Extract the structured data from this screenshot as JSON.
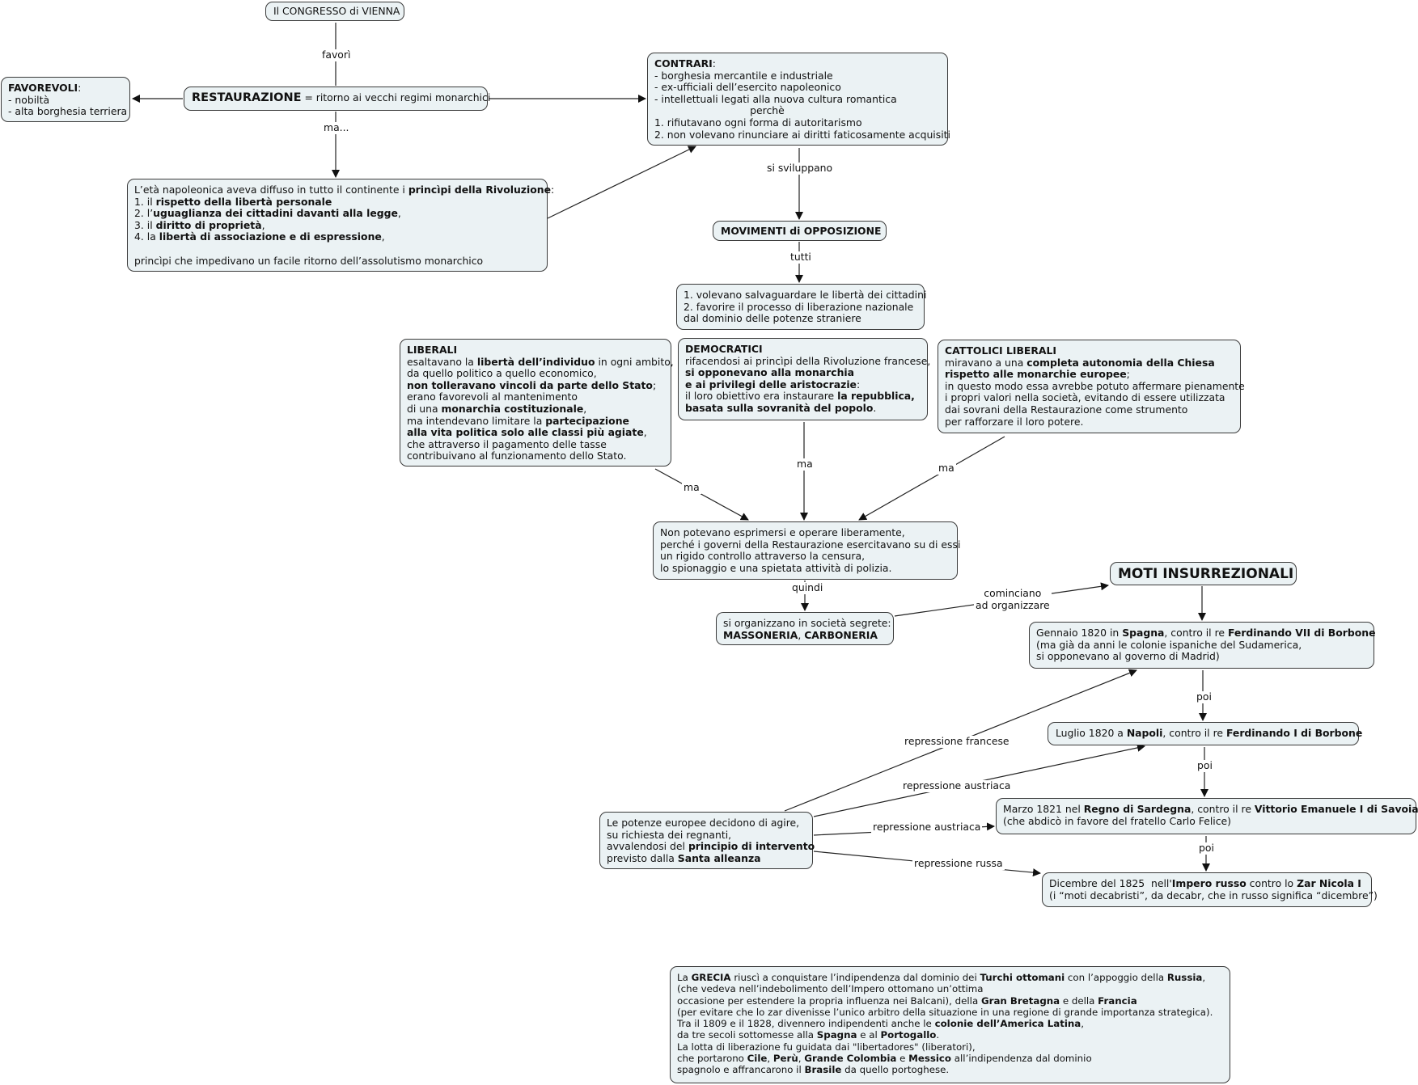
{
  "nodes": {
    "congresso": [
      {
        "t": "Il CONGRESSO di VIENNA"
      }
    ],
    "favorevoli": [
      {
        "t": "FAVOREVOLI",
        "b": true
      },
      {
        "t": ":\n- nobiltà\n- alta borghesia terriera"
      }
    ],
    "restaurazione": [
      {
        "t": "RESTAURAZIONE",
        "b": true,
        "s": "big14"
      },
      {
        "t": " = ritorno ai vecchi regimi monarchici"
      }
    ],
    "contrari": [
      {
        "t": "CONTRARI",
        "b": true
      },
      {
        "t": ":\n- borghesia mercantile e industriale\n- ex-ufficiali dell’esercito napoleonico\n- intellettuali legati alla nuova cultura romantica\n                              perchè\n1. rifiutavano ogni forma di autoritarismo\n2. non volevano rinunciare ai diritti faticosamente acquisiti"
      }
    ],
    "napoleonica": [
      {
        "t": "L’età napoleonica aveva diffuso in tutto il continente i "
      },
      {
        "t": "princìpi della Rivoluzione",
        "b": true
      },
      {
        "t": ":\n1. il "
      },
      {
        "t": "rispetto della libertà personale",
        "b": true
      },
      {
        "t": "\n2. l’"
      },
      {
        "t": "uguaglianza dei cittadini davanti alla legge",
        "b": true
      },
      {
        "t": ",\n3. il "
      },
      {
        "t": "diritto di proprietà",
        "b": true
      },
      {
        "t": ",\n4. la "
      },
      {
        "t": "libertà di associazione e di espressione",
        "b": true
      },
      {
        "t": ",\n\nprincìpi che impedivano un facile ritorno dell’assolutismo monarchico"
      }
    ],
    "movimenti": [
      {
        "t": "MOVIMENTI di OPPOSIZIONE",
        "b": true
      }
    ],
    "volevano": [
      {
        "t": "1. volevano salvaguardare le libertà dei cittadini\n2. favorire il processo di liberazione nazionale\ndal dominio delle potenze straniere"
      }
    ],
    "liberali": [
      {
        "t": "LIBERALI",
        "b": true
      },
      {
        "t": "\nesaltavano la "
      },
      {
        "t": "libertà dell’individuo",
        "b": true
      },
      {
        "t": " in ogni ambito,\nda quello politico a quello economico,\n"
      },
      {
        "t": "non tolleravano vincoli da parte dello Stato",
        "b": true
      },
      {
        "t": ";\nerano favorevoli al mantenimento\ndi una "
      },
      {
        "t": "monarchia costituzionale",
        "b": true
      },
      {
        "t": ",\nma intendevano limitare la "
      },
      {
        "t": "partecipazione\nalla vita politica solo alle classi più agiate",
        "b": true
      },
      {
        "t": ",\nche attraverso il pagamento delle tasse\ncontribuivano al funzionamento dello Stato."
      }
    ],
    "democratici": [
      {
        "t": "DEMOCRATICI",
        "b": true
      },
      {
        "t": "\nrifacendosi ai princìpi della Rivoluzione francese,\n"
      },
      {
        "t": "si opponevano alla monarchia\ne ai privilegi delle aristocrazie",
        "b": true
      },
      {
        "t": ":\nil loro obiettivo era instaurare "
      },
      {
        "t": "la repubblica,\nbasata sulla sovranità del popolo",
        "b": true
      },
      {
        "t": "."
      }
    ],
    "cattolici": [
      {
        "t": "CATTOLICI LIBERALI",
        "b": true
      },
      {
        "t": "\nmiravano a una "
      },
      {
        "t": "completa autonomia della Chiesa\nrispetto alle monarchie europee",
        "b": true
      },
      {
        "t": ";\nin questo modo essa avrebbe potuto affermare pienamente\ni propri valori nella società, evitando di essere utilizzata\ndai sovrani della Restaurazione come strumento\nper rafforzare il loro potere."
      }
    ],
    "nonpotevano": [
      {
        "t": "Non potevano esprimersi e operare liberamente,\nperché i governi della Restaurazione esercitavano su di essi\nun rigido controllo attraverso la censura,\nlo spionaggio e una spietata attività di polizia."
      }
    ],
    "societa": [
      {
        "t": "si organizzano in società segrete:\n"
      },
      {
        "t": "MASSONERIA",
        "b": true
      },
      {
        "t": ", "
      },
      {
        "t": "CARBONERIA",
        "b": true
      }
    ],
    "moti": [
      {
        "t": "MOTI INSURREZIONALI",
        "b": true
      }
    ],
    "gennaio": [
      {
        "t": "Gennaio 1820 in "
      },
      {
        "t": "Spagna",
        "b": true
      },
      {
        "t": ", contro il re "
      },
      {
        "t": "Ferdinando VII di Borbone",
        "b": true
      },
      {
        "t": "\n(ma già da anni le colonie ispaniche del Sudamerica,\nsi opponevano al governo di Madrid)"
      }
    ],
    "luglio": [
      {
        "t": "Luglio 1820 a "
      },
      {
        "t": "Napoli",
        "b": true
      },
      {
        "t": ", contro il re "
      },
      {
        "t": "Ferdinando I di Borbone",
        "b": true
      }
    ],
    "marzo": [
      {
        "t": "Marzo 1821 nel "
      },
      {
        "t": "Regno di Sardegna",
        "b": true
      },
      {
        "t": ", contro il re "
      },
      {
        "t": "Vittorio Emanuele I di Savoia",
        "b": true
      },
      {
        "t": "\n(che abdicò in favore del fratello Carlo Felice)"
      }
    ],
    "dicembre": [
      {
        "t": "Dicembre del 1825  nell'"
      },
      {
        "t": "Impero russo",
        "b": true
      },
      {
        "t": " contro lo "
      },
      {
        "t": "Zar Nicola I",
        "b": true
      },
      {
        "t": "\n(i “moti decabristi”, da decabr, che in russo significa “dicembre”)"
      }
    ],
    "potenze": [
      {
        "t": "Le potenze europee decidono di agire,\nsu richiesta dei regnanti,\navvalendosi del "
      },
      {
        "t": "principio di intervento",
        "b": true
      },
      {
        "t": "\nprevisto dalla "
      },
      {
        "t": "Santa alleanza",
        "b": true
      }
    ],
    "grecia": [
      {
        "t": "La "
      },
      {
        "t": "GRECIA",
        "b": true
      },
      {
        "t": " riuscì a conquistare l’indipendenza dal dominio dei "
      },
      {
        "t": "Turchi ottomani",
        "b": true
      },
      {
        "t": " con l’appoggio della "
      },
      {
        "t": "Russia",
        "b": true
      },
      {
        "t": ",\n(che vedeva nell’indebolimento dell’Impero ottomano un’ottima\noccasione per estendere la propria influenza nei Balcani), della "
      },
      {
        "t": "Gran Bretagna",
        "b": true
      },
      {
        "t": " e della "
      },
      {
        "t": "Francia",
        "b": true
      },
      {
        "t": "\n(per evitare che lo zar divenisse l’unico arbitro della situazione in una regione di grande importanza strategica).\nTra il 1809 e il 1828, divennero indipendenti anche le "
      },
      {
        "t": "colonie dell’America Latina",
        "b": true
      },
      {
        "t": ",\nda tre secoli sottomesse alla "
      },
      {
        "t": "Spagna",
        "b": true
      },
      {
        "t": " e al "
      },
      {
        "t": "Portogallo",
        "b": true
      },
      {
        "t": ".\nLa lotta di liberazione fu guidata dai \"libertadores\" (liberatori),\nche portarono "
      },
      {
        "t": "Cile",
        "b": true
      },
      {
        "t": ", "
      },
      {
        "t": "Perù",
        "b": true
      },
      {
        "t": ", "
      },
      {
        "t": "Grande Colombia",
        "b": true
      },
      {
        "t": " e "
      },
      {
        "t": "Messico",
        "b": true
      },
      {
        "t": " all’indipendenza dal dominio\nspagnolo e affrancarono il "
      },
      {
        "t": "Brasile",
        "b": true
      },
      {
        "t": " da quello portoghese."
      }
    ]
  },
  "links": {
    "favori": "favorì",
    "ma_dots": "ma...",
    "si_sviluppano": "si sviluppano",
    "tutti": "tutti",
    "ma1": "ma",
    "ma2": "ma",
    "ma3": "ma",
    "quindi": "quindi",
    "cominciano": "cominciano\nad organizzare",
    "poi1": "poi",
    "poi2": "poi",
    "poi3": "poi",
    "rep_francese": "repressione francese",
    "rep_austriaca1": "repressione austriaca",
    "rep_austriaca2": "repressione austriaca",
    "rep_russa": "repressione russa"
  },
  "colors": {
    "node_fill": "#ebf2f4",
    "node_border": "#3a3a3a",
    "line": "#222222"
  }
}
